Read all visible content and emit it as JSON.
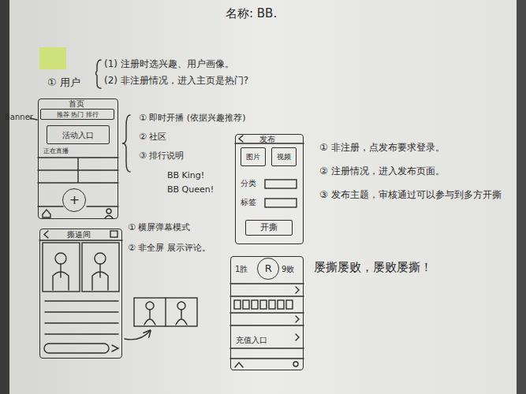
{
  "diagram": {
    "title": "名称: BB.",
    "nodes": [
      {
        "text": [
          "首页"
        ]
      },
      {
        "text": [
          "推荐 热门 排行"
        ],
        "in": 0
      },
      {
        "text": [
          "活动入口"
        ],
        "in": 0
      },
      {
        "text": [
          "+"
        ],
        "in": 0
      },
      {
        "text": [
          "撕逼间"
        ]
      },
      {
        "text": [
          "发布",
          "分类",
          "标签"
        ]
      },
      {
        "text": [
          "图片"
        ],
        "in": 5
      },
      {
        "text": [
          "视频"
        ],
        "in": 5
      },
      {
        "text": [
          "开撕"
        ],
        "in": 5
      },
      {
        "text": [
          "1胜",
          "9败",
          "充值入口"
        ]
      },
      {
        "text": [
          "R"
        ],
        "in": 9
      }
    ],
    "labels": [
      "① 用户",
      "(1) 注册时选兴趣、用户画像。",
      "(2) 非注册情况，进入主页是热门?",
      "Banner",
      "正在直播",
      "① 即时开播 (依据兴趣推荐)",
      "② 社区",
      "③ 排行说明",
      "BB King!",
      "BB Queen!",
      "① 横屏弹幕模式",
      "② 非全屏 展示评论。",
      "① 非注册，点发布要求登录。",
      "② 注册情况，进入发布页面。",
      "③ 发布主题，审核通过可以参与到多方开撕",
      "屡撕屡败，屡败屡撕！"
    ]
  }
}
